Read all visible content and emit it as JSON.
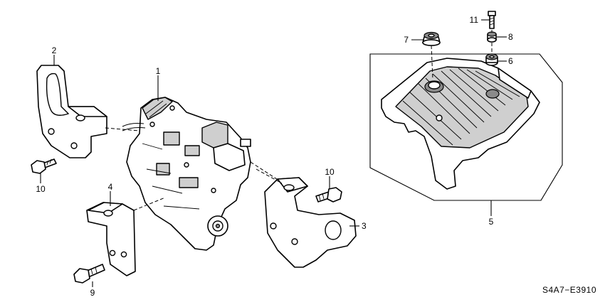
{
  "callouts": {
    "engine": "1",
    "bracket_left_upper": "2",
    "bracket_right": "3",
    "bracket_left_lower": "4",
    "engine_cover": "5",
    "nut_6": "6",
    "grommet_7": "7",
    "washer_8": "8",
    "bolt_9": "9",
    "bolt_10_left": "10",
    "bolt_10_right": "10",
    "bolt_11": "11"
  },
  "diagram_code": "S4A7−E3910"
}
